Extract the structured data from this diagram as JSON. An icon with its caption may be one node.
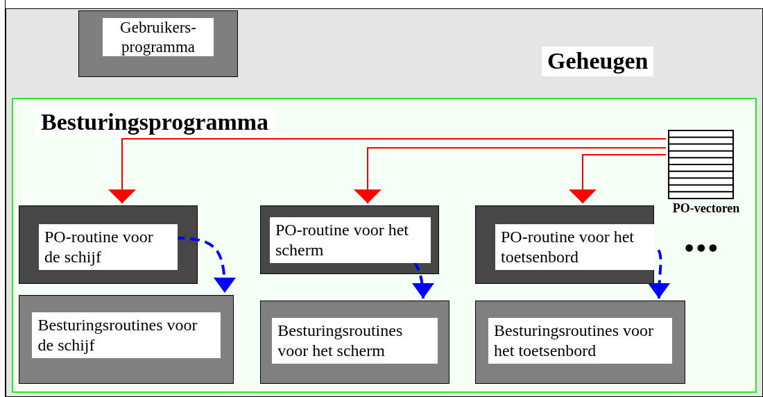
{
  "diagram": {
    "nodes": [
      {
        "text": [
          "Geheugen"
        ]
      },
      {
        "text": [
          "Gebruikers- programma"
        ],
        "in": 0
      },
      {
        "text": [
          "Besturingsprogramma"
        ],
        "in": 0
      },
      {
        "text": [
          "PO-vectoren"
        ],
        "in": 2
      },
      {
        "text": [
          "PO-routine voor de schijf"
        ],
        "in": 2
      },
      {
        "text": [
          "PO-routine voor het scherm"
        ],
        "in": 2
      },
      {
        "text": [
          "PO-routine voor het toetsenbord"
        ],
        "in": 2
      },
      {
        "text": [
          "Besturingsroutines voor de schijf"
        ],
        "in": 2
      },
      {
        "text": [
          "Besturingsroutines voor het scherm"
        ],
        "in": 2
      },
      {
        "text": [
          "Besturingsroutines voor het toetsenbord"
        ],
        "in": 2
      }
    ],
    "edges": [
      {
        "from": 3,
        "to": 4,
        "arrow": "to",
        "color": "#ff0000"
      },
      {
        "from": 3,
        "to": 5,
        "arrow": "to",
        "color": "#ff0000"
      },
      {
        "from": 3,
        "to": 6,
        "arrow": "to",
        "color": "#ff0000"
      },
      {
        "from": 4,
        "to": 7,
        "arrow": "to",
        "style": "dashed",
        "color": "#0000ff"
      },
      {
        "from": 5,
        "to": 8,
        "arrow": "to",
        "style": "dashed",
        "color": "#0000ff"
      },
      {
        "from": 6,
        "to": 9,
        "arrow": "to",
        "style": "dashed",
        "color": "#0000ff"
      }
    ],
    "labels": [
      "•••"
    ]
  }
}
